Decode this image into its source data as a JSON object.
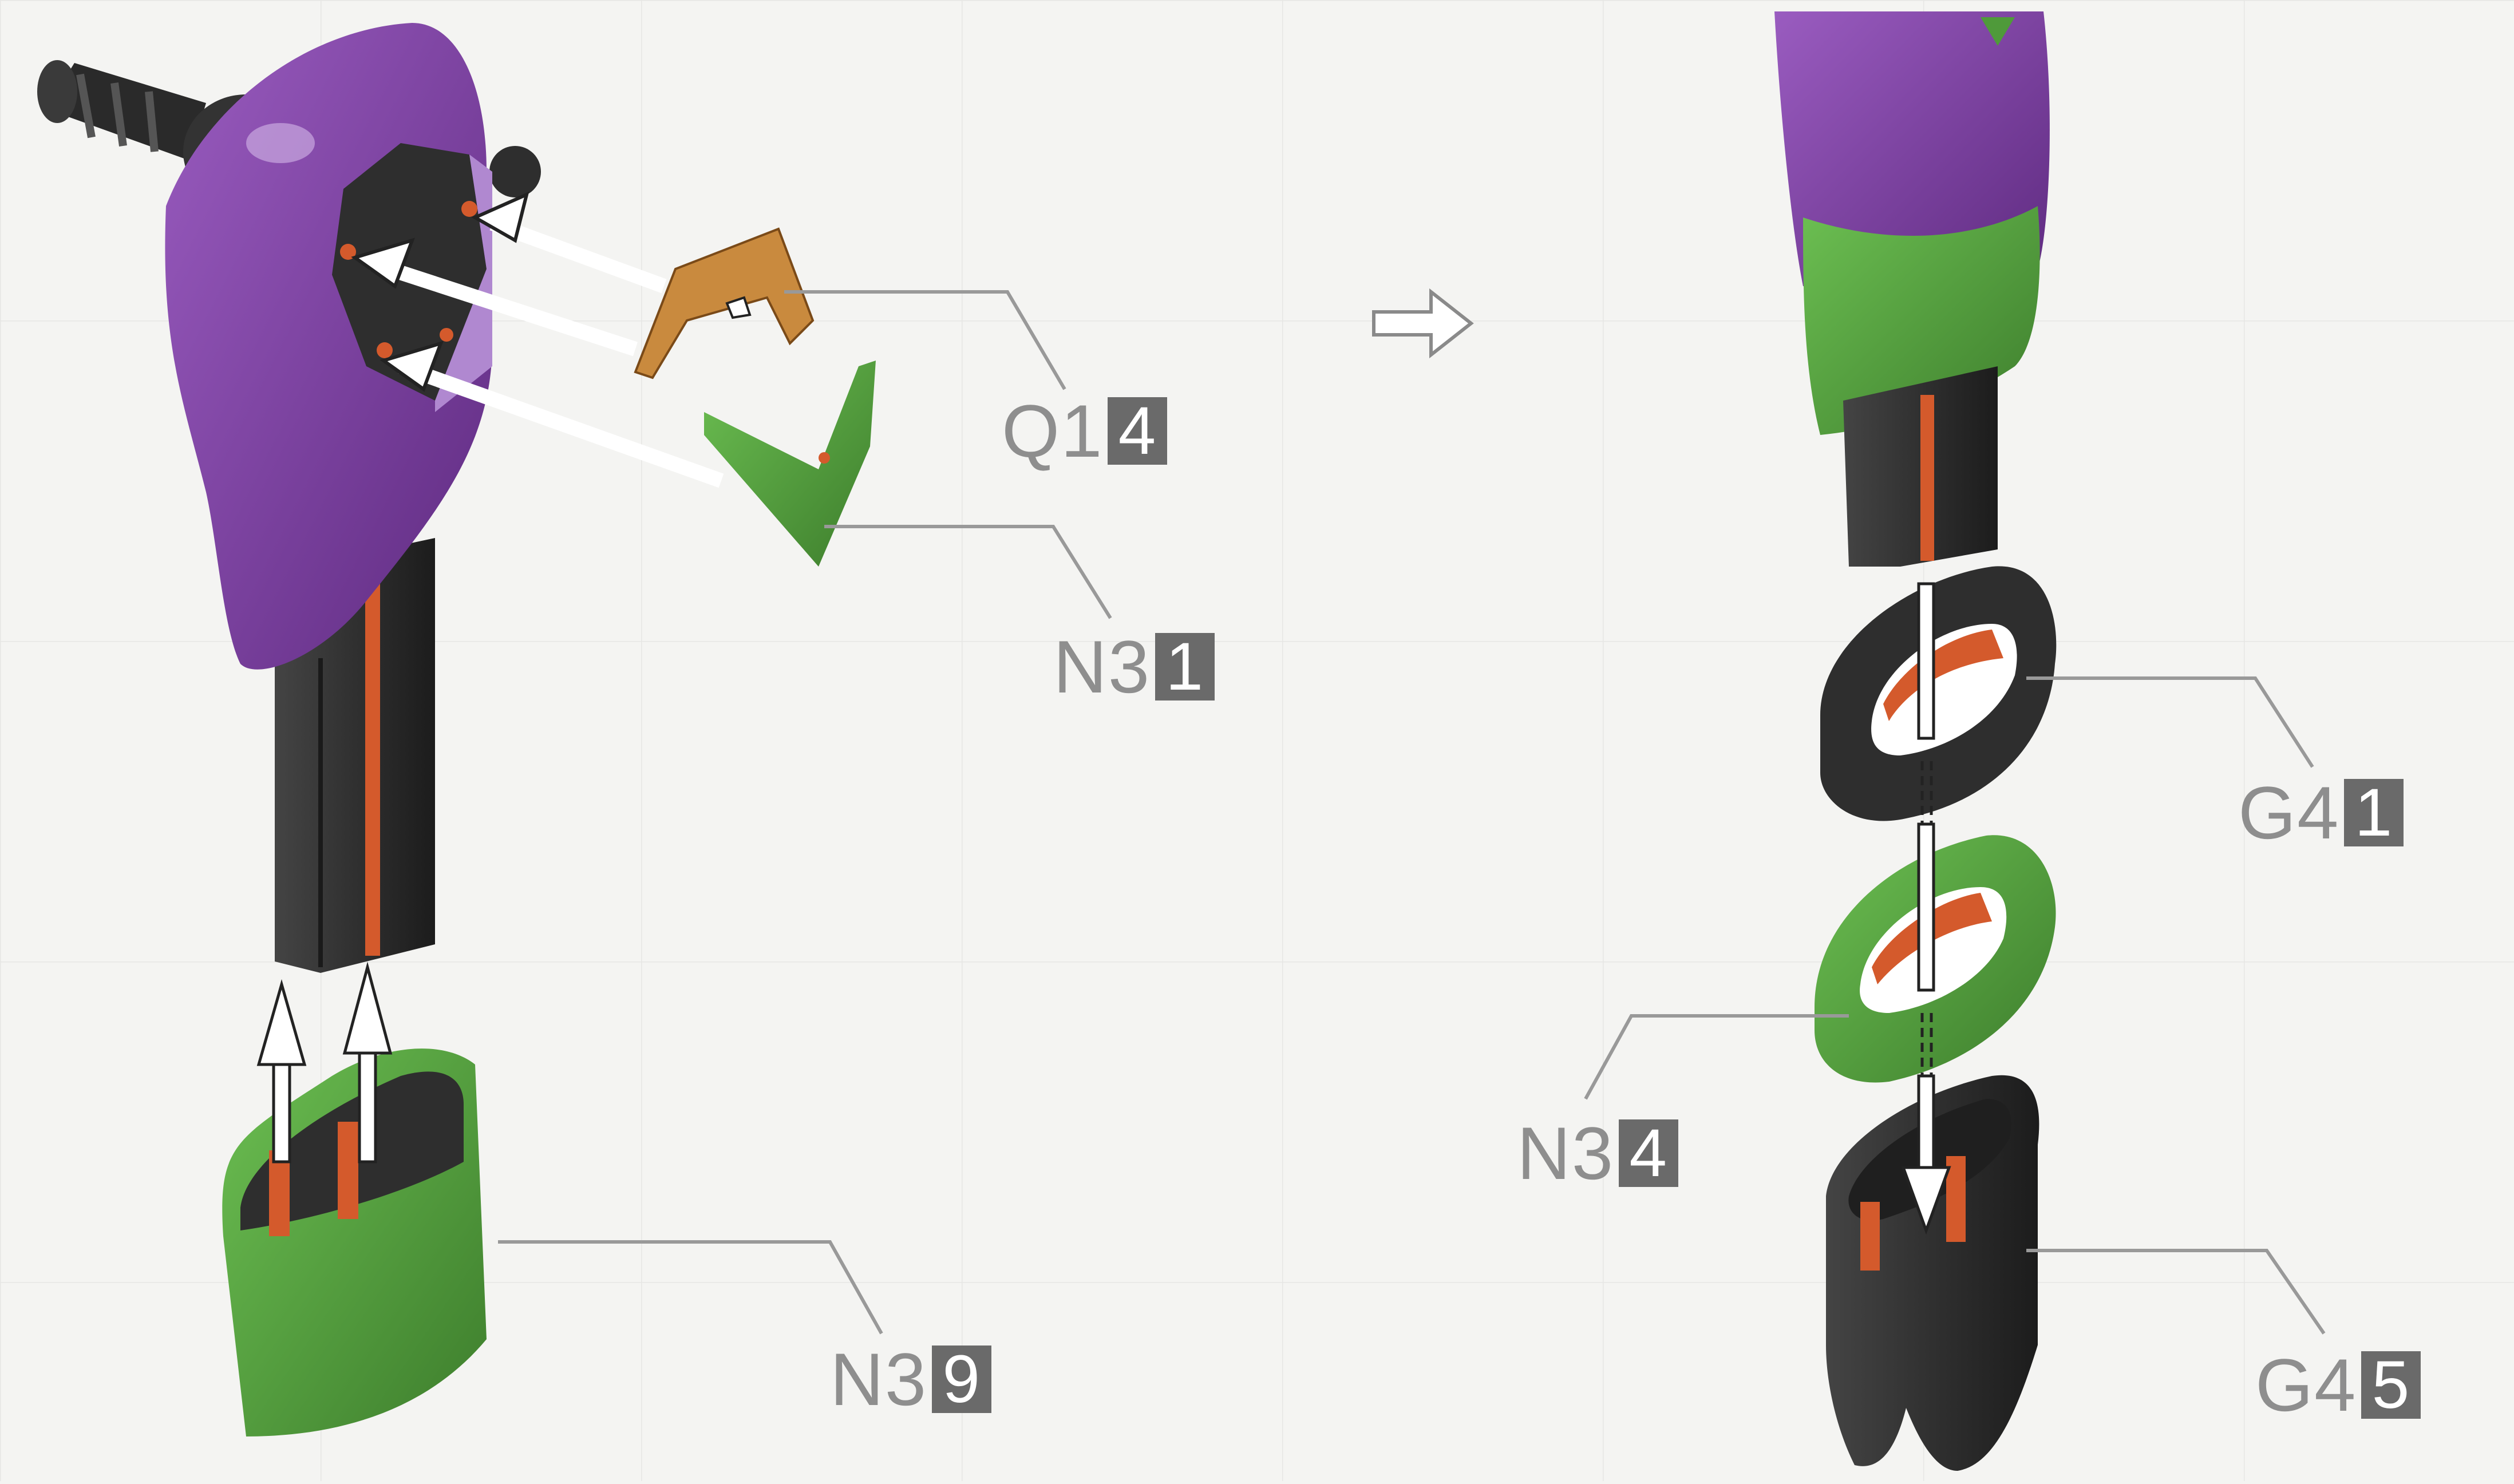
{
  "parts": [
    {
      "id": "q1",
      "code": "Q1",
      "qty": "4"
    },
    {
      "id": "n3-left",
      "code": "N3",
      "qty": "1"
    },
    {
      "id": "n3-bottom",
      "code": "N3",
      "qty": "9"
    },
    {
      "id": "g4-top",
      "code": "G4",
      "qty": "1"
    },
    {
      "id": "n3-right",
      "code": "N3",
      "qty": "4"
    },
    {
      "id": "g4-bottom",
      "code": "G4",
      "qty": "5"
    }
  ],
  "colors": {
    "purple": "#7a3d9e",
    "green": "#4f9a3a",
    "black": "#2c2c2c",
    "orange": "#d45a2c",
    "tan": "#c98a3e",
    "label_box": "#6a6a6a",
    "label_text": "#8e8e8e"
  }
}
